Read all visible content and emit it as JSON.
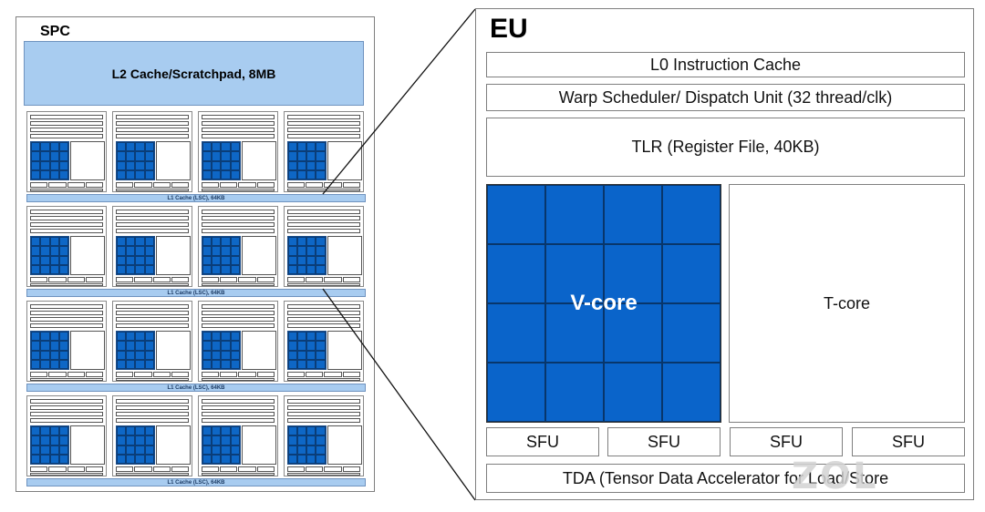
{
  "spc": {
    "title": "SPC",
    "l2_label": "L2 Cache/Scratchpad, 8MB",
    "l1_labels": [
      "L1 Cache (LSC), 64KB",
      "L1 Cache (LSC), 64KB",
      "L1 Cache (LSC), 64KB",
      "L1 Cache (LSC), 64KB"
    ]
  },
  "eu": {
    "title": "EU",
    "l0_cache": "L0 Instruction Cache",
    "warp_scheduler": "Warp Scheduler/ Dispatch Unit (32 thread/clk)",
    "tlr": "TLR (Register File, 40KB)",
    "vcore": "V-core",
    "tcore": "T-core",
    "sfu_labels": [
      "SFU",
      "SFU",
      "SFU",
      "SFU"
    ],
    "tda": "TDA (Tensor Data Accelerator for Load/Store"
  },
  "watermark": "ZOL",
  "colors": {
    "vcore_blue": "#0a64ca",
    "cache_blue": "#a8ccf0",
    "border_gray": "#7f7f7f"
  }
}
